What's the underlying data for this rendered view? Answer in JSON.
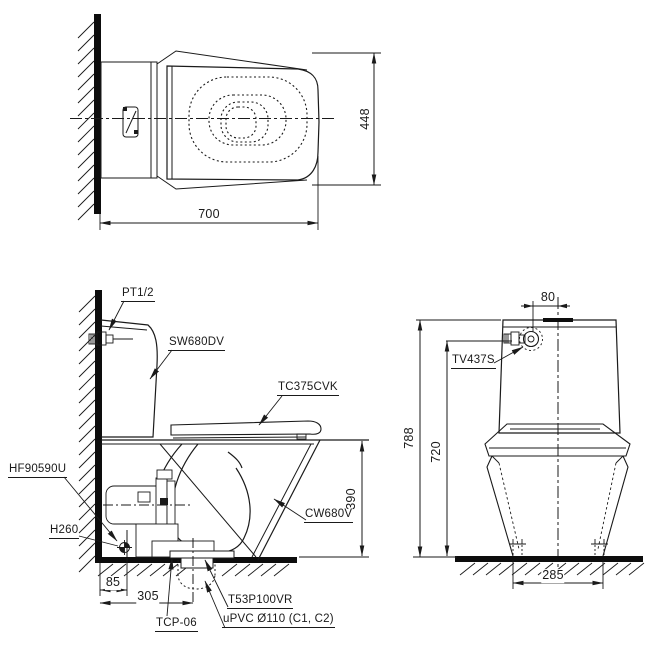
{
  "drawing": {
    "labels": {
      "pt12": "PT1/2",
      "sw680dv": "SW680DV",
      "tc375cvk": "TC375CVK",
      "cw680v": "CW680V",
      "hf90590u": "HF90590U",
      "h260": "H260",
      "tcp06": "TCP-06",
      "t53p100vr": "T53P100VR",
      "upvc": "uPVC Ø110 (C1, C2)",
      "tv437s": "TV437S"
    },
    "dimensions": {
      "top_width": "700",
      "top_depth": "448",
      "bowl_height": "390",
      "wall_to_fitting": "85",
      "wall_to_outlet": "305",
      "valve_to_center": "80",
      "total_height": "788",
      "valve_height": "720",
      "feet_span": "285"
    },
    "line_color": "#1a1a1a",
    "background": "#ffffff"
  }
}
